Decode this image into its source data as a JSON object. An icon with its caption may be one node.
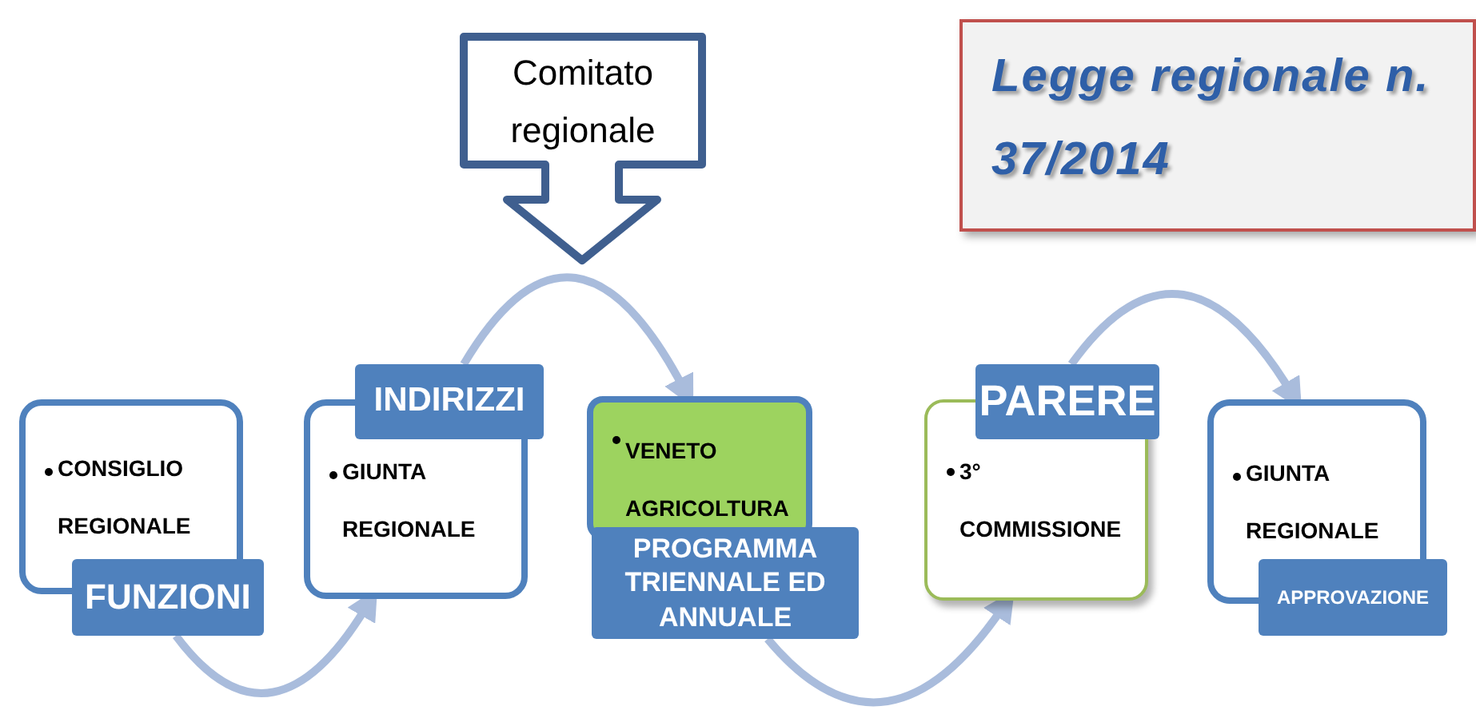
{
  "diagram": {
    "nodes": [
      {
        "text": [
          "Comitato regionale"
        ]
      },
      {
        "text": [
          "Legge regionale n. 37/2014"
        ]
      },
      {
        "text": [
          "CONSIGLIO REGIONALE",
          "FUNZIONI"
        ]
      },
      {
        "text": [
          "INDIRIZZI",
          "GIUNTA REGIONALE"
        ]
      },
      {
        "text": [
          "VENETO AGRICOLTURA",
          "PROGRAMMA TRIENNALE ED ANNUALE"
        ]
      },
      {
        "text": [
          "PARERE",
          "3° COMMISSIONE"
        ]
      },
      {
        "text": [
          "GIUNTA REGIONALE",
          "APPROVAZIONE"
        ]
      }
    ],
    "edges": [
      {
        "from": 2,
        "to": 3,
        "arrow": "to"
      },
      {
        "from": 3,
        "to": 4,
        "arrow": "to"
      },
      {
        "from": 4,
        "to": 5,
        "arrow": "to"
      },
      {
        "from": 5,
        "to": 6,
        "arrow": "to"
      }
    ]
  }
}
